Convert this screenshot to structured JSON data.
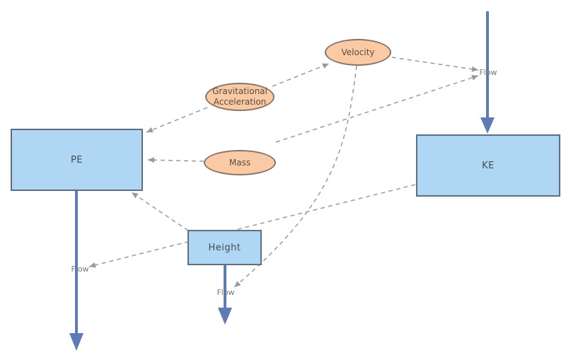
{
  "diagram": {
    "type": "stock-and-flow",
    "stocks": [
      {
        "id": "pe",
        "label": "PE"
      },
      {
        "id": "ke",
        "label": "KE"
      },
      {
        "id": "height",
        "label": "Height"
      }
    ],
    "converters": [
      {
        "id": "velocity",
        "label": "Velocity"
      },
      {
        "id": "gravitational-acceleration",
        "lines": [
          "Gravitational",
          "Acceleration"
        ]
      },
      {
        "id": "mass",
        "label": "Mass"
      }
    ],
    "flows": [
      {
        "id": "ke-inflow",
        "label": "Flow",
        "into": "KE",
        "direction": "down"
      },
      {
        "id": "pe-outflow",
        "label": "Flow",
        "out_of": "PE",
        "direction": "down"
      },
      {
        "id": "height-outflow",
        "label": "Flow",
        "out_of": "Height",
        "direction": "down"
      }
    ],
    "connectors": [
      {
        "from": "Gravitational Acceleration",
        "to": "PE"
      },
      {
        "from": "Gravitational Acceleration",
        "to": "Velocity"
      },
      {
        "from": "Mass",
        "to": "PE"
      },
      {
        "from": "Mass",
        "to": "ke-inflow"
      },
      {
        "from": "Velocity",
        "to": "ke-inflow"
      },
      {
        "from": "Height",
        "to": "PE"
      },
      {
        "from": "KE",
        "to": "pe-outflow"
      },
      {
        "from": "Velocity",
        "to": "height-outflow"
      }
    ],
    "colors": {
      "stock_fill": "#afd6f2",
      "stock_border": "#5d6e80",
      "converter_fill": "#f9caa4",
      "converter_border": "#87756a",
      "flow_blue": "#5d7cb5",
      "connector_gray": "#9a9a9a",
      "flow_label_gray": "#7a7a7a"
    }
  }
}
